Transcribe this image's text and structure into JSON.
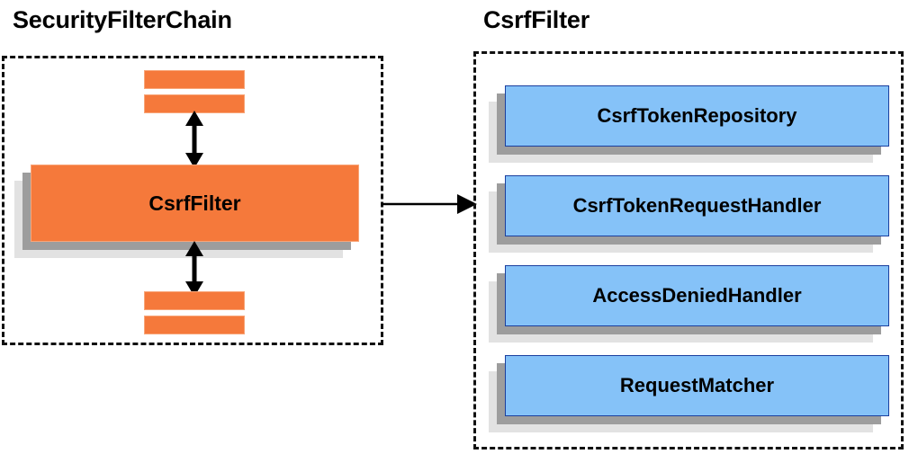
{
  "diagram": {
    "title_left": "SecurityFilterChain",
    "title_right": "CsrfFilter",
    "colors": {
      "orange_fill": "#f5793b",
      "orange_border": "#f8a578",
      "blue_fill": "#85c2f8",
      "blue_border": "#1b3f9e",
      "shadow_mid": "#9d9d9d",
      "shadow_back": "#e2e2e2",
      "dashed_border": "#111111",
      "text": "#000000"
    }
  },
  "left_panel": {
    "title": "SecurityFilterChain",
    "filter_box": {
      "label": "CsrfFilter"
    },
    "bars_above": [
      {
        "label": ""
      },
      {
        "label": ""
      }
    ],
    "bars_below": [
      {
        "label": ""
      },
      {
        "label": ""
      }
    ],
    "arrows": [
      {
        "name": "bidirectional-arrow-top",
        "direction": "both"
      },
      {
        "name": "bidirectional-arrow-bottom",
        "direction": "both"
      }
    ]
  },
  "connector": {
    "name": "csrffilter-to-detail-arrow",
    "direction": "right"
  },
  "right_panel": {
    "title": "CsrfFilter",
    "collaborators": [
      {
        "label": "CsrfTokenRepository"
      },
      {
        "label": "CsrfTokenRequestHandler"
      },
      {
        "label": "AccessDeniedHandler"
      },
      {
        "label": "RequestMatcher"
      }
    ]
  }
}
